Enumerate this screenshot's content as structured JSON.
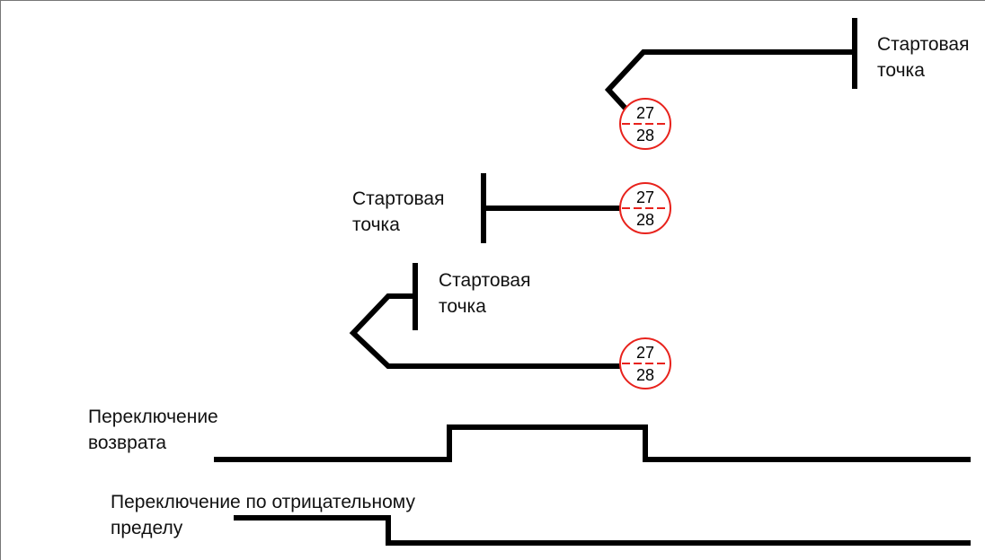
{
  "start_point_label_1_line1": "Стартовая",
  "start_point_label_1_line2": "точка",
  "start_point_label_2_line1": "Стартовая",
  "start_point_label_2_line2": "точка",
  "start_point_label_3_line1": "Стартовая",
  "start_point_label_3_line2": "точка",
  "return_switch_label_line1": "Переключение",
  "return_switch_label_line2": "возврата",
  "neg_limit_label_line1": "Переключение по отрицательному",
  "neg_limit_label_line2": "пределу",
  "marker_top": "27",
  "marker_bottom": "28",
  "colors": {
    "line": "#000000",
    "marker": "#e8221c",
    "frame": "#777777"
  }
}
